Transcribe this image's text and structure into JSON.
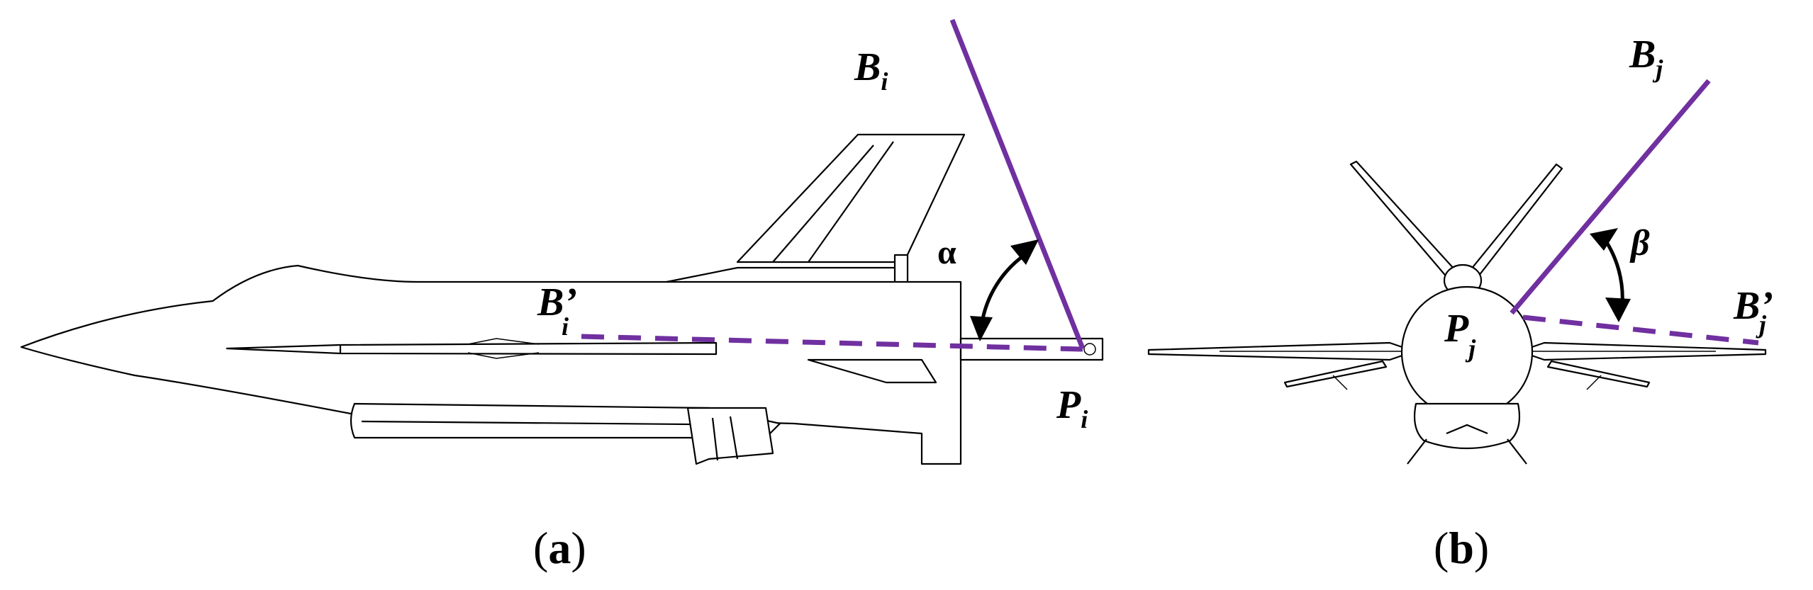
{
  "panel_a": {
    "vector_label": "B",
    "vector_sub": "i",
    "projected_label": "B’",
    "projected_sub": "i",
    "point_label": "P",
    "point_sub": "i",
    "angle_label": "α",
    "caption_open": "(",
    "caption_letter": "a",
    "caption_close": ")"
  },
  "panel_b": {
    "vector_label": "B",
    "vector_sub": "j",
    "projected_label": "B’",
    "projected_sub": "j",
    "point_label": "P",
    "point_sub": "j",
    "angle_label": "β",
    "caption_open": "(",
    "caption_letter": "b",
    "caption_close": ")"
  },
  "colors": {
    "vector": "#7030a0",
    "outline": "#000000",
    "background": "#ffffff"
  }
}
